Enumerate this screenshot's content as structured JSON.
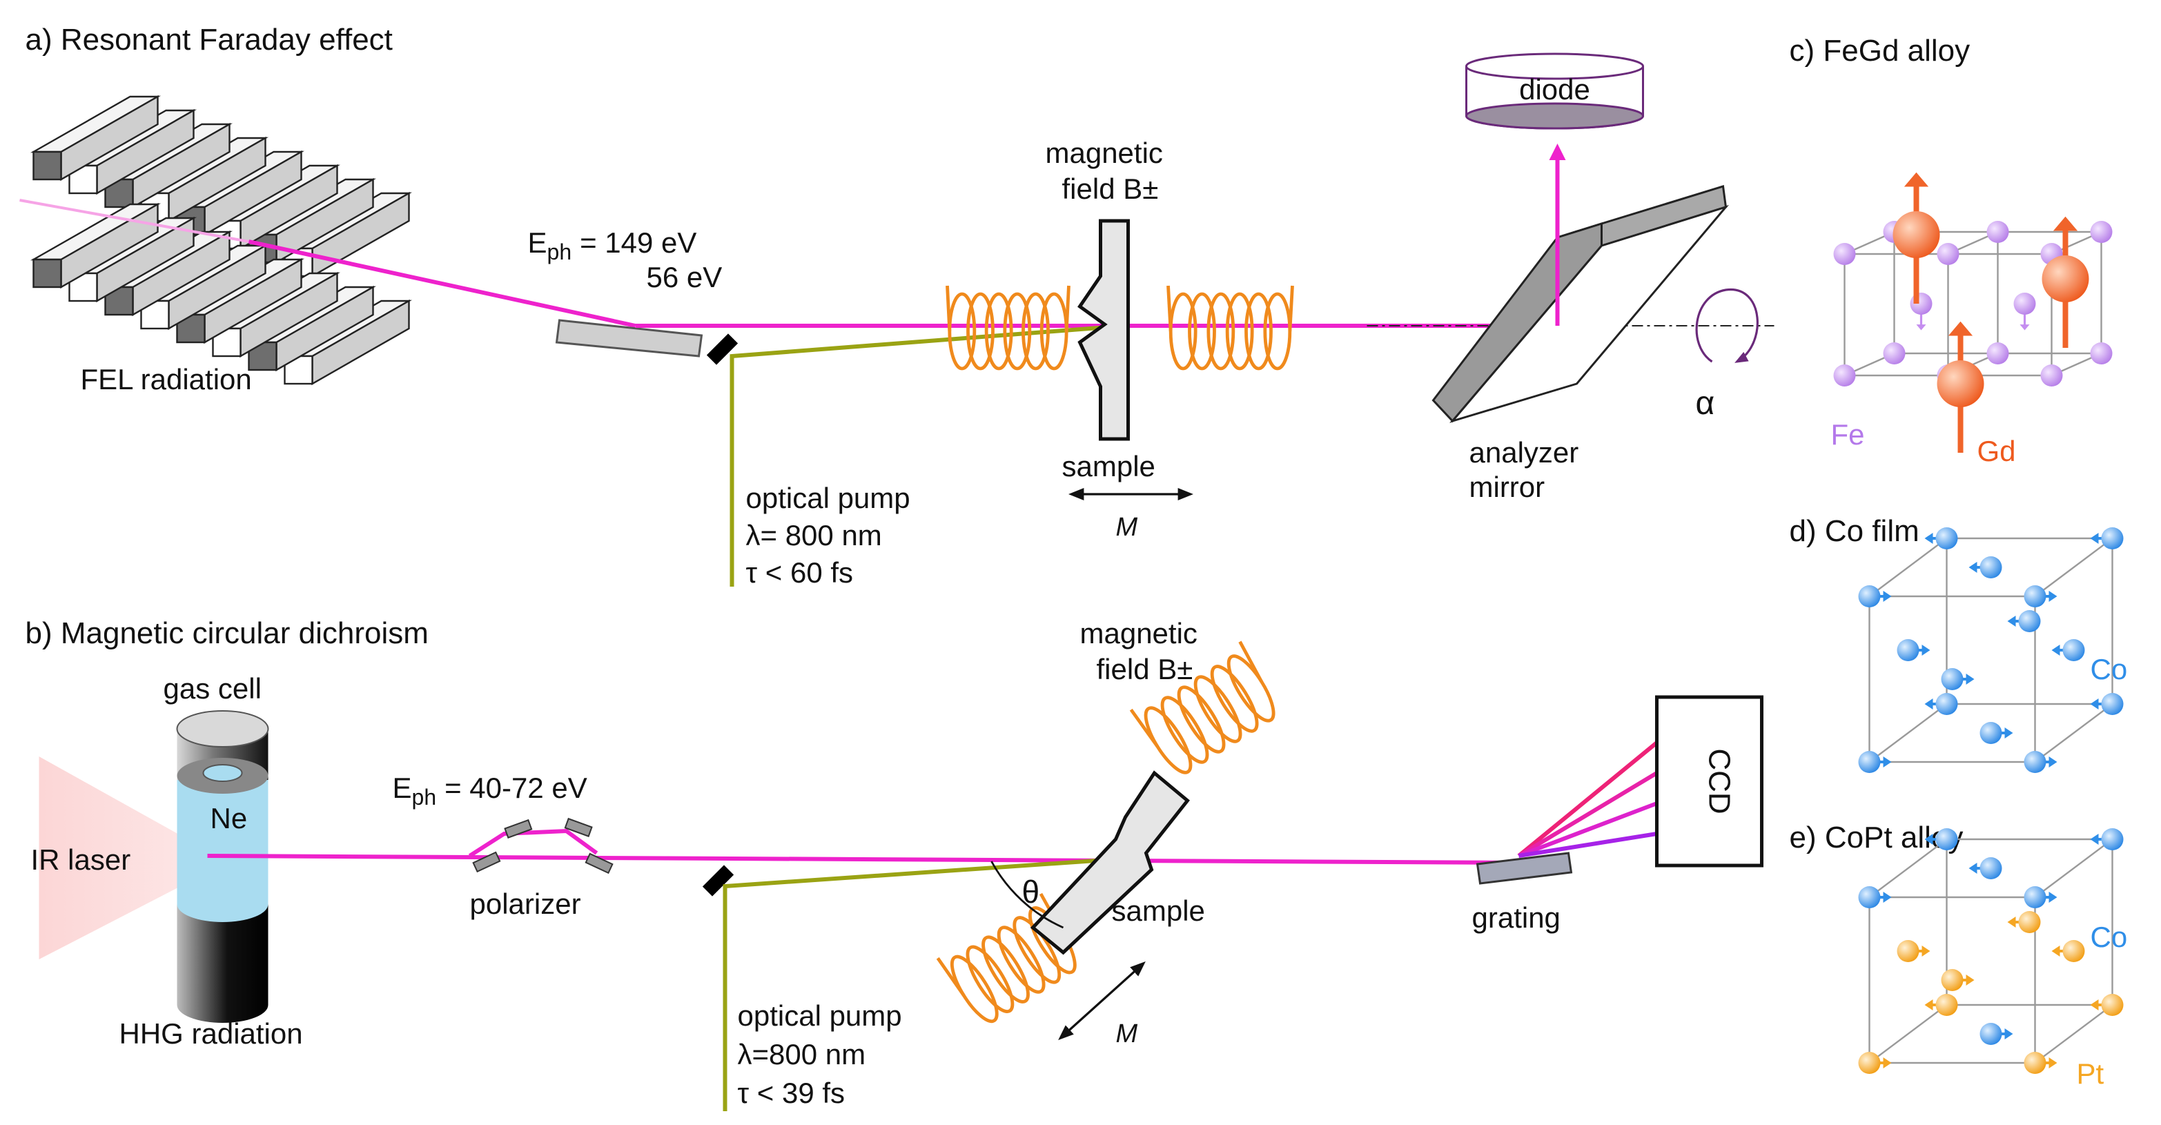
{
  "panel_a": {
    "title": "a) Resonant Faraday effect",
    "source_label": "FEL radiation",
    "eph_prefix": "E",
    "eph_sub": "ph",
    "eph_value1": "= 149 eV",
    "eph_value2": "56 eV",
    "field_line1": "magnetic",
    "field_line2": "field B±",
    "sample_label": "sample",
    "magnetization_label": "M",
    "pump_line1": "optical pump",
    "pump_line2": "λ= 800 nm",
    "pump_line3": "τ < 60 fs",
    "detector_label": "diode",
    "mirror_line1": "analyzer",
    "mirror_line2": "mirror",
    "angle_label": "α"
  },
  "panel_b": {
    "title": "b) Magnetic circular dichroism",
    "cell_label": "gas cell",
    "gas_label": "Ne",
    "laser_label": "IR laser",
    "source_label": "HHG radiation",
    "eph_prefix": "E",
    "eph_sub": "ph",
    "eph_value": "= 40-72 eV",
    "polarizer_label": "polarizer",
    "field_line1": "magnetic",
    "field_line2": "field B±",
    "angle_label": "θ",
    "sample_label": "sample",
    "magnetization_label": "M",
    "pump_line1": "optical pump",
    "pump_line2": "λ=800 nm",
    "pump_line3": "τ < 39 fs",
    "grating_label": "grating",
    "detector_label": "CCD"
  },
  "panel_c": {
    "title": "c) FeGd alloy",
    "label_fe": "Fe",
    "label_gd": "Gd"
  },
  "panel_d": {
    "title": "d) Co film",
    "label_co": "Co"
  },
  "panel_e": {
    "title": "e) CoPt alloy",
    "label_co": "Co",
    "label_pt": "Pt"
  },
  "colors": {
    "beam": "#ee22cc",
    "pump": "#9aa313",
    "coil": "#f08a1c",
    "fe": "#c58ef0",
    "gd": "#f0642a",
    "co": "#2f8ee8",
    "pt": "#f5a623"
  }
}
